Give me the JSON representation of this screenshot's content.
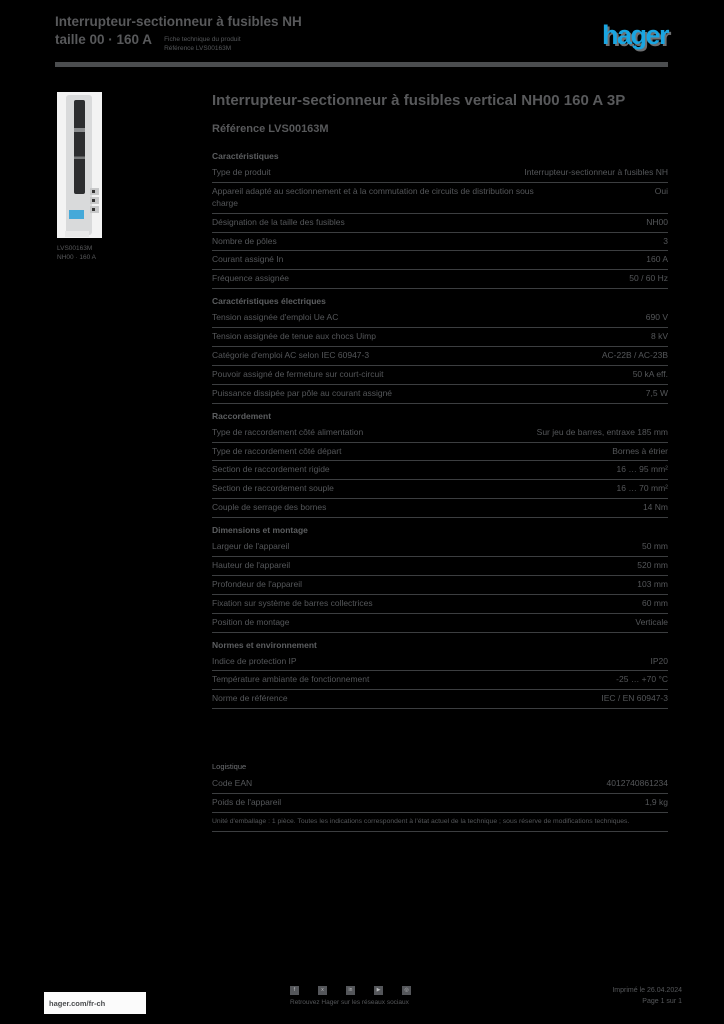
{
  "header": {
    "title_line1": "Interrupteur-sectionneur à fusibles NH",
    "title_line2": "taille 00 · 160 A",
    "meta_line1": "Fiche technique du produit",
    "meta_line2": "Référence LVS00163M",
    "logo_text": "hager"
  },
  "colors": {
    "accent_blue": "#19a5e1",
    "text_gray": "#58595b",
    "rule_gray": "#4b4d4f",
    "separator_gray": "#3c3e40",
    "page_background": "#000000",
    "photo_background": "#f3f3f3"
  },
  "product": {
    "caption_line1": "LVS00163M",
    "caption_line2": "NH00 · 160 A"
  },
  "main": {
    "title": "Interrupteur-sectionneur à fusibles vertical NH00 160 A 3P",
    "subtitle": "Référence LVS00163M"
  },
  "spec_sections": [
    {
      "heading": "Caractéristiques",
      "rows": [
        {
          "label": "Type de produit",
          "value": "Interrupteur-sectionneur à fusibles NH"
        },
        {
          "label": "Appareil adapté au sectionnement et à la commutation de circuits de distribution sous charge",
          "value": "Oui"
        },
        {
          "label": "Désignation de la taille des fusibles",
          "value": "NH00"
        },
        {
          "label": "Nombre de pôles",
          "value": "3"
        },
        {
          "label": "Courant assigné In",
          "value": "160 A"
        },
        {
          "label": "Fréquence assignée",
          "value": "50 / 60 Hz"
        }
      ]
    },
    {
      "heading": "Caractéristiques électriques",
      "rows": [
        {
          "label": "Tension assignée d'emploi Ue AC",
          "value": "690 V"
        },
        {
          "label": "Tension assignée de tenue aux chocs Uimp",
          "value": "8 kV"
        },
        {
          "label": "Catégorie d'emploi AC selon IEC 60947-3",
          "value": "AC-22B / AC-23B"
        },
        {
          "label": "Pouvoir assigné de fermeture sur court-circuit",
          "value": "50 kA eff."
        },
        {
          "label": "Puissance dissipée par pôle au courant assigné",
          "value": "7,5 W"
        }
      ]
    },
    {
      "heading": "Raccordement",
      "rows": [
        {
          "label": "Type de raccordement côté alimentation",
          "value": "Sur jeu de barres, entraxe 185 mm"
        },
        {
          "label": "Type de raccordement côté départ",
          "value": "Bornes à étrier"
        },
        {
          "label": "Section de raccordement rigide",
          "value": "16 … 95 mm²"
        },
        {
          "label": "Section de raccordement souple",
          "value": "16 … 70 mm²"
        },
        {
          "label": "Couple de serrage des bornes",
          "value": "14 Nm"
        }
      ]
    },
    {
      "heading": "Dimensions et montage",
      "rows": [
        {
          "label": "Largeur de l'appareil",
          "value": "50 mm"
        },
        {
          "label": "Hauteur de l'appareil",
          "value": "520 mm"
        },
        {
          "label": "Profondeur de l'appareil",
          "value": "103 mm"
        },
        {
          "label": "Fixation sur système de barres collectrices",
          "value": "60 mm"
        },
        {
          "label": "Position de montage",
          "value": "Verticale"
        }
      ]
    },
    {
      "heading": "Normes et environnement",
      "rows": [
        {
          "label": "Indice de protection IP",
          "value": "IP20"
        },
        {
          "label": "Température ambiante de fonctionnement",
          "value": "-25 … +70 °C"
        },
        {
          "label": "Norme de référence",
          "value": "IEC / EN 60947-3"
        }
      ]
    }
  ],
  "logistics": {
    "heading": "Logistique",
    "rows": [
      {
        "label": "Code EAN",
        "value": "4012740861234"
      },
      {
        "label": "Poids de l'appareil",
        "value": "1,9 kg"
      }
    ],
    "note": "Unité d'emballage : 1 pièce. Toutes les indications correspondent à l'état actuel de la technique ; sous réserve de modifications techniques."
  },
  "footer": {
    "website": "hager.com/fr-ch",
    "social_caption": "Retrouvez Hager sur les réseaux sociaux",
    "social_icons": [
      {
        "name": "facebook-icon",
        "glyph": "f"
      },
      {
        "name": "x-icon",
        "glyph": "x"
      },
      {
        "name": "linkedin-icon",
        "glyph": "in"
      },
      {
        "name": "youtube-icon",
        "glyph": "▶"
      },
      {
        "name": "instagram-icon",
        "glyph": "◎"
      }
    ],
    "right_line1": "Imprimé le 26.04.2024",
    "right_line2": "Page 1 sur 1"
  }
}
